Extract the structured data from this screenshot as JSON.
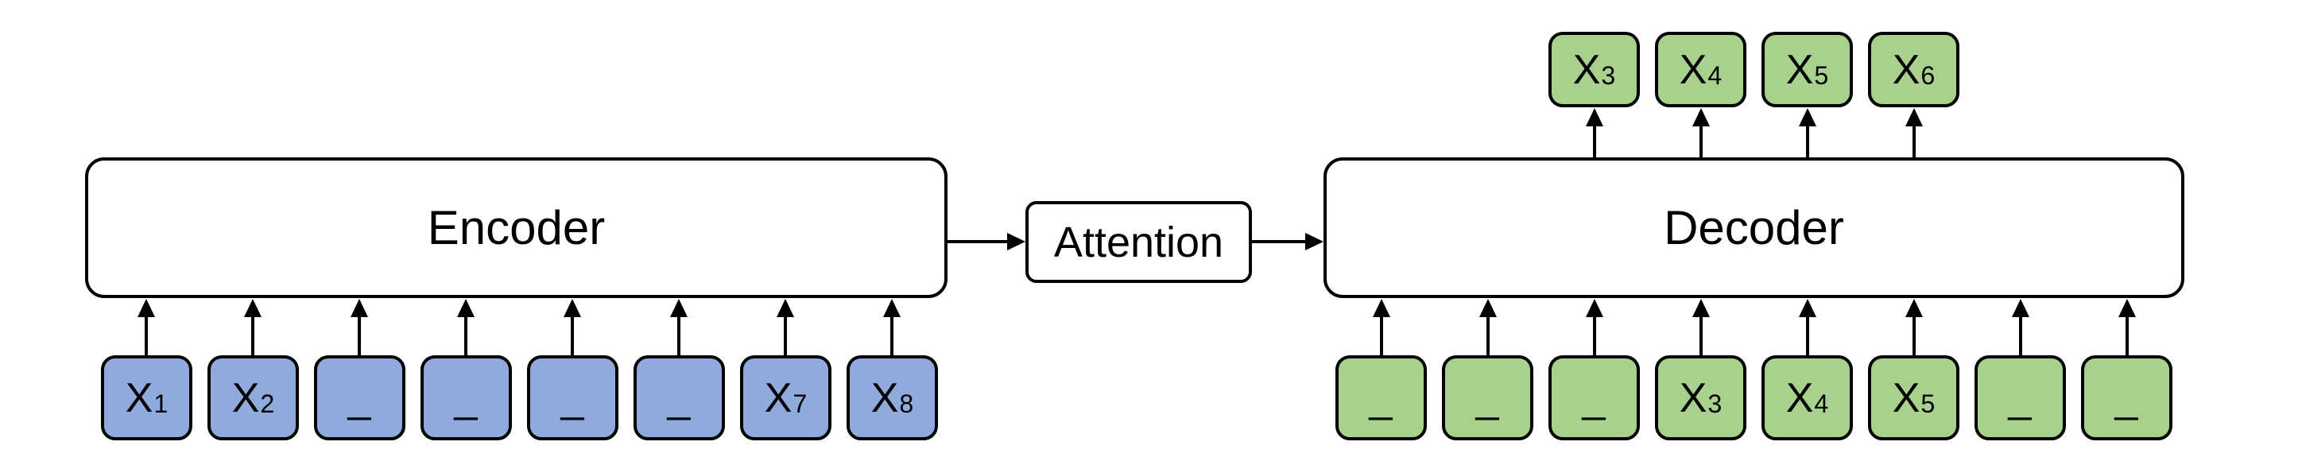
{
  "encoder": {
    "label": "Encoder",
    "tokens": [
      {
        "base": "X",
        "sub": "1"
      },
      {
        "base": "X",
        "sub": "2"
      },
      {
        "base": "_",
        "sub": ""
      },
      {
        "base": "_",
        "sub": ""
      },
      {
        "base": "_",
        "sub": ""
      },
      {
        "base": "_",
        "sub": ""
      },
      {
        "base": "X",
        "sub": "7"
      },
      {
        "base": "X",
        "sub": "8"
      }
    ]
  },
  "attention": {
    "label": "Attention"
  },
  "decoder": {
    "label": "Decoder",
    "input_tokens": [
      {
        "base": "_",
        "sub": ""
      },
      {
        "base": "_",
        "sub": ""
      },
      {
        "base": "_",
        "sub": ""
      },
      {
        "base": "X",
        "sub": "3"
      },
      {
        "base": "X",
        "sub": "4"
      },
      {
        "base": "X",
        "sub": "5"
      },
      {
        "base": "_",
        "sub": ""
      },
      {
        "base": "_",
        "sub": ""
      }
    ],
    "output_tokens": [
      {
        "base": "X",
        "sub": "3"
      },
      {
        "base": "X",
        "sub": "4"
      },
      {
        "base": "X",
        "sub": "5"
      },
      {
        "base": "X",
        "sub": "6"
      }
    ]
  },
  "colors": {
    "encoder_token_fill": "#8FAADC",
    "decoder_token_fill": "#A9D18E",
    "box_border": "#000000",
    "background": "#FFFFFF",
    "text": "#000000"
  }
}
